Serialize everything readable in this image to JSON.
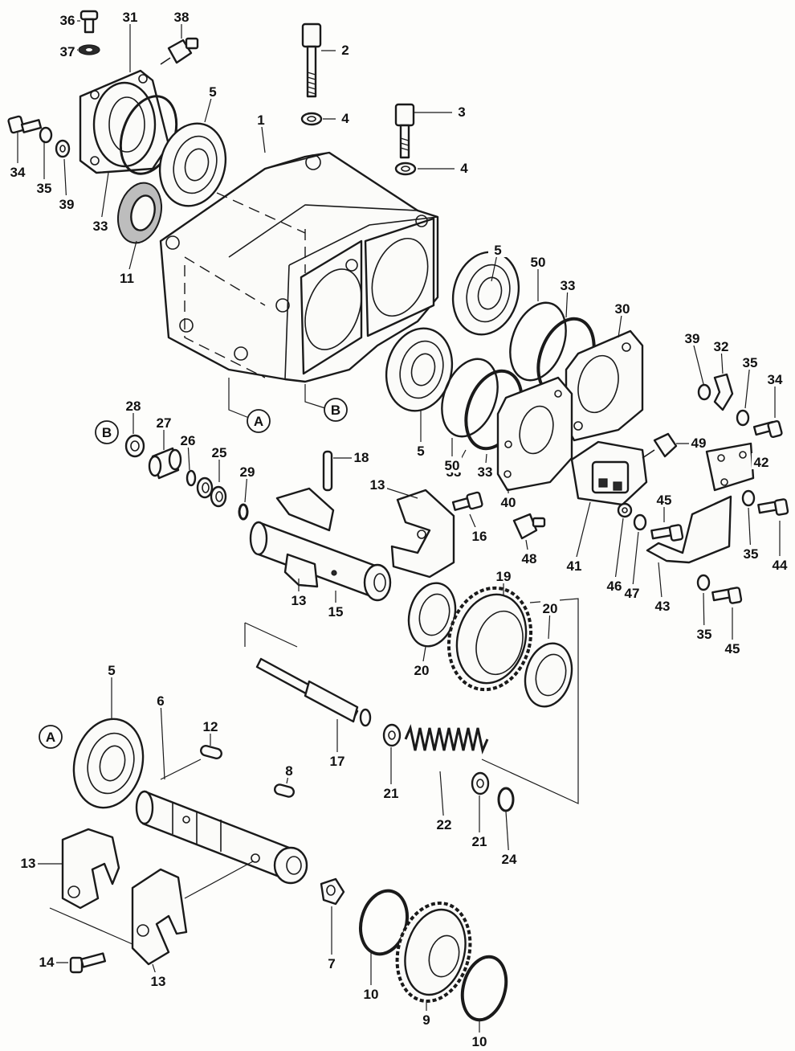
{
  "diagram": {
    "parts": [
      {
        "num": "1"
      },
      {
        "num": "2"
      },
      {
        "num": "3"
      },
      {
        "num": "4"
      },
      {
        "num": "4"
      },
      {
        "num": "5"
      },
      {
        "num": "5"
      },
      {
        "num": "5"
      },
      {
        "num": "5"
      },
      {
        "num": "6"
      },
      {
        "num": "7"
      },
      {
        "num": "8"
      },
      {
        "num": "9"
      },
      {
        "num": "10"
      },
      {
        "num": "10"
      },
      {
        "num": "11"
      },
      {
        "num": "12"
      },
      {
        "num": "13"
      },
      {
        "num": "13"
      },
      {
        "num": "13"
      },
      {
        "num": "13"
      },
      {
        "num": "14"
      },
      {
        "num": "15"
      },
      {
        "num": "16"
      },
      {
        "num": "17"
      },
      {
        "num": "18"
      },
      {
        "num": "19"
      },
      {
        "num": "20"
      },
      {
        "num": "20"
      },
      {
        "num": "21"
      },
      {
        "num": "21"
      },
      {
        "num": "22"
      },
      {
        "num": "24"
      },
      {
        "num": "25"
      },
      {
        "num": "26"
      },
      {
        "num": "27"
      },
      {
        "num": "28"
      },
      {
        "num": "29"
      },
      {
        "num": "30"
      },
      {
        "num": "31"
      },
      {
        "num": "32"
      },
      {
        "num": "33"
      },
      {
        "num": "33"
      },
      {
        "num": "33"
      },
      {
        "num": "33"
      },
      {
        "num": "34"
      },
      {
        "num": "34"
      },
      {
        "num": "35"
      },
      {
        "num": "35"
      },
      {
        "num": "35"
      },
      {
        "num": "35"
      },
      {
        "num": "36"
      },
      {
        "num": "37"
      },
      {
        "num": "38"
      },
      {
        "num": "39"
      },
      {
        "num": "39"
      },
      {
        "num": "40"
      },
      {
        "num": "41"
      },
      {
        "num": "42"
      },
      {
        "num": "43"
      },
      {
        "num": "44"
      },
      {
        "num": "45"
      },
      {
        "num": "45"
      },
      {
        "num": "46"
      },
      {
        "num": "47"
      },
      {
        "num": "48"
      },
      {
        "num": "49"
      },
      {
        "num": "50"
      },
      {
        "num": "50"
      }
    ],
    "refs": [
      {
        "letter": "A"
      },
      {
        "letter": "B"
      },
      {
        "letter": "B"
      },
      {
        "letter": "A"
      }
    ]
  }
}
